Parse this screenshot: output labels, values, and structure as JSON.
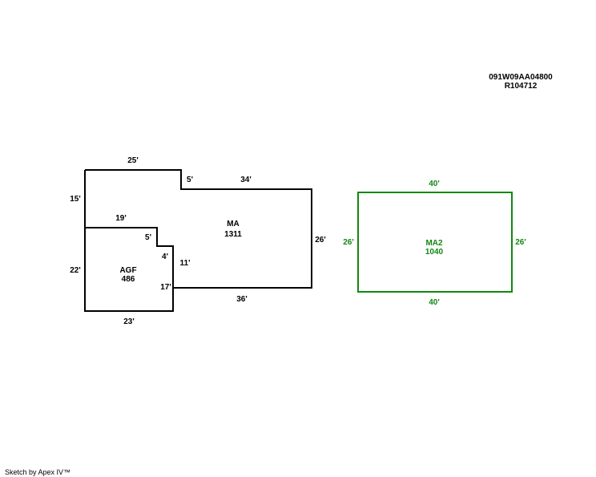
{
  "parcel": {
    "id": "091W09AA04800",
    "ref": "R104712"
  },
  "colors": {
    "main": "#000000",
    "secondary": "#118811"
  },
  "main_building": {
    "area": {
      "name": "MA",
      "value": "1311"
    },
    "dims": {
      "top_left": "25'",
      "step": "5'",
      "top_right": "34'",
      "left_upper": "15'",
      "right": "26'",
      "bottom": "36'",
      "inner_left": "11'"
    }
  },
  "garage": {
    "area": {
      "name": "AGF",
      "value": "486"
    },
    "dims": {
      "top": "19'",
      "notch_top": "5'",
      "notch_side": "4'",
      "left": "22'",
      "right": "17'",
      "bottom": "23'"
    }
  },
  "second_building": {
    "area": {
      "name": "MA2",
      "value": "1040"
    },
    "dims": {
      "top": "40'",
      "bottom": "40'",
      "left": "26'",
      "right": "26'"
    }
  },
  "footer": "Sketch by Apex IV™"
}
